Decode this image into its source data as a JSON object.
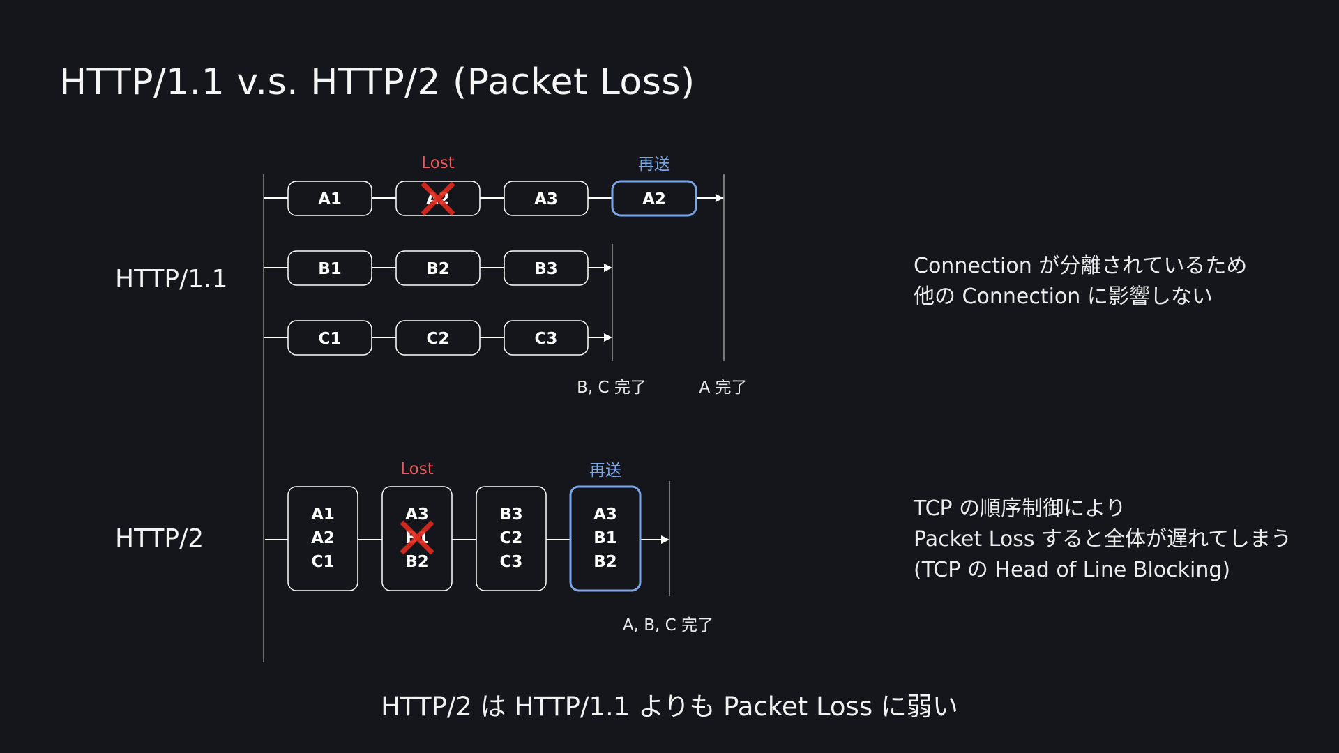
{
  "title": "HTTP/1.1 v.s. HTTP/2 (Packet Loss)",
  "http11": {
    "label": "HTTP/1.1",
    "lost_label": "Lost",
    "resend_label": "再送",
    "rows": [
      [
        "A1",
        "A2",
        "A3",
        "A2"
      ],
      [
        "B1",
        "B2",
        "B3"
      ],
      [
        "C1",
        "C2",
        "C3"
      ]
    ],
    "done_bc": "B, C 完了",
    "done_a": "A 完了",
    "note": [
      "Connection が分離されているため",
      "他の Connection に影響しない"
    ]
  },
  "http2": {
    "label": "HTTP/2",
    "lost_label": "Lost",
    "resend_label": "再送",
    "frames": [
      [
        "A1",
        "A2",
        "C1"
      ],
      [
        "A3",
        "B1",
        "B2"
      ],
      [
        "B3",
        "C2",
        "C3"
      ],
      [
        "A3",
        "B1",
        "B2"
      ]
    ],
    "done_all": "A, B, C 完了",
    "note": [
      "TCP の順序制御により",
      "Packet Loss すると全体が遅れてしまう",
      "(TCP の Head of Line Blocking)"
    ]
  },
  "summary": "HTTP/2 は HTTP/1.1 よりも Packet Loss に弱い",
  "colors": {
    "background": "#15161b",
    "lost": "#e85d5d",
    "resend": "#7aa6e8",
    "cross": "#e02a1f"
  }
}
